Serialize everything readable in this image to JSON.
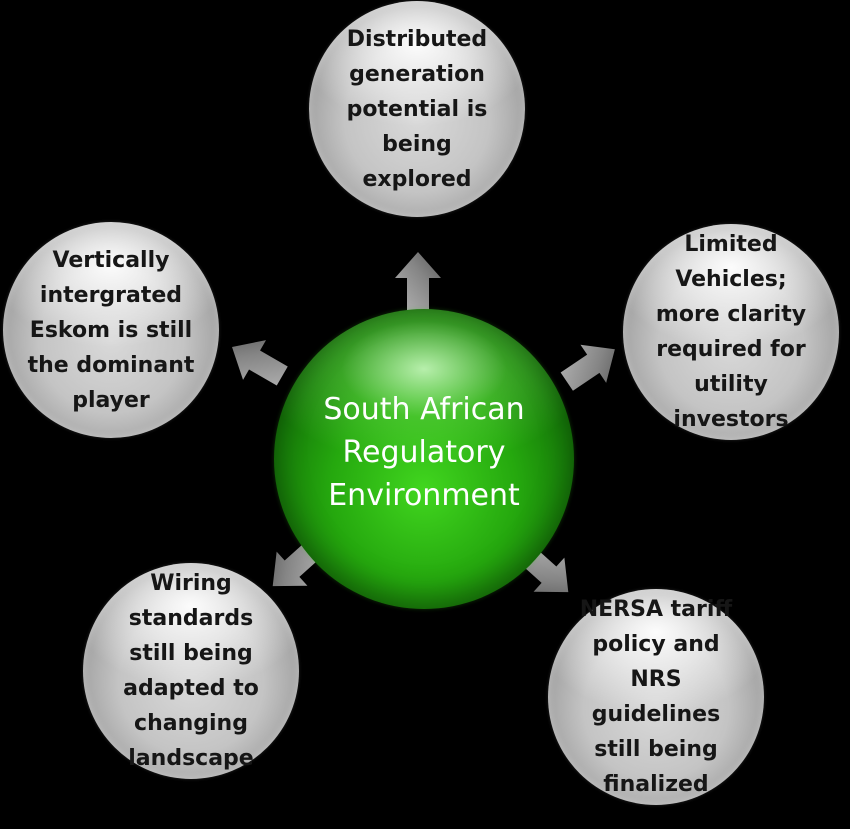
{
  "diagram": {
    "center": {
      "label": "South African Regulatory Environment",
      "color": "#22a50f"
    },
    "nodes": [
      {
        "id": "top",
        "label": "Distributed generation potential is being explored"
      },
      {
        "id": "upper-right",
        "label": "Limited Vehicles; more clarity required for utility investors"
      },
      {
        "id": "lower-right",
        "label": "NERSA tariff policy and NRS guidelines still being finalized"
      },
      {
        "id": "lower-left",
        "label": "Wiring standards still being adapted to changing landscape"
      },
      {
        "id": "upper-left",
        "label": "Vertically intergrated Eskom is still the dominant player"
      }
    ],
    "colors": {
      "background": "#000000",
      "outer_bubble": "#c4c4c4",
      "arrow": "#8a8a8a",
      "node_text": "#161616",
      "center_text": "#ffffff"
    }
  }
}
